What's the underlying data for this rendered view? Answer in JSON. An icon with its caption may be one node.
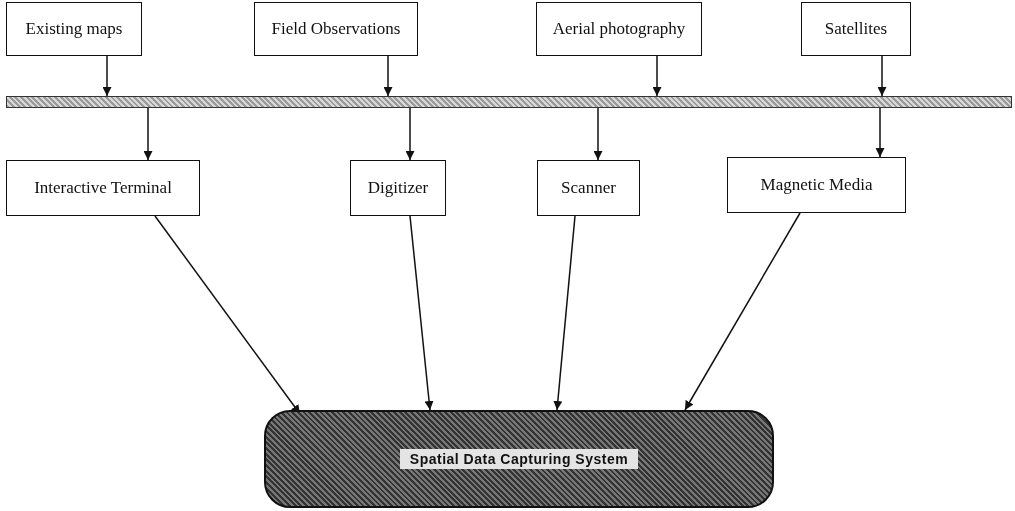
{
  "diagram": {
    "nodes": [
      {
        "text": [
          "Existing maps"
        ]
      },
      {
        "text": [
          "Field Observations"
        ]
      },
      {
        "text": [
          "Aerial photography"
        ]
      },
      {
        "text": [
          "Satellites"
        ]
      },
      {
        "text": [],
        "shape": "bar"
      },
      {
        "text": [
          "Interactive Terminal"
        ]
      },
      {
        "text": [
          "Digitizer"
        ]
      },
      {
        "text": [
          "Scanner"
        ]
      },
      {
        "text": [
          "Magnetic Media"
        ]
      },
      {
        "text": [
          "Spatial Data Capturing System"
        ]
      }
    ],
    "edges": [
      {
        "from": 0,
        "to": 4,
        "arrow": "to"
      },
      {
        "from": 1,
        "to": 4,
        "arrow": "to"
      },
      {
        "from": 2,
        "to": 4,
        "arrow": "to"
      },
      {
        "from": 3,
        "to": 4,
        "arrow": "to"
      },
      {
        "from": 4,
        "to": 5,
        "arrow": "to"
      },
      {
        "from": 4,
        "to": 6,
        "arrow": "to"
      },
      {
        "from": 4,
        "to": 7,
        "arrow": "to"
      },
      {
        "from": 4,
        "to": 8,
        "arrow": "to"
      },
      {
        "from": 5,
        "to": 9,
        "arrow": "to"
      },
      {
        "from": 6,
        "to": 9,
        "arrow": "to"
      },
      {
        "from": 7,
        "to": 9,
        "arrow": "to"
      },
      {
        "from": 8,
        "to": 9,
        "arrow": "to"
      }
    ]
  }
}
